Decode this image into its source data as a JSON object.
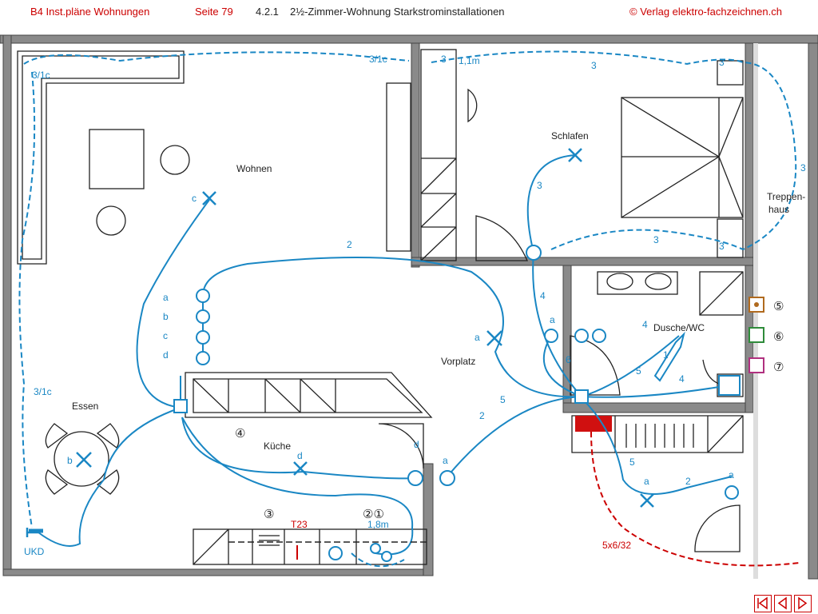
{
  "header": {
    "book": "B4 Inst.pläne Wohnungen",
    "page": "Seite 79",
    "section": "4.2.1",
    "title": "2½-Zimmer-Wohnung   Starkstrominstallationen",
    "copyright": "© Verlag elektro-fachzeichnen.ch"
  },
  "rooms": {
    "wohnen": "Wohnen",
    "schlafen": "Schlafen",
    "treppenhaus_1": "Treppen-",
    "treppenhaus_2": "haus",
    "vorplatz": "Vorplatz",
    "dusche": "Dusche/WC",
    "essen": "Essen",
    "kueche": "Küche"
  },
  "labels": {
    "s_3_1c_top": "3/1c",
    "s_3_1c_left": "3/1c",
    "s_3_1c_mid": "3/1c",
    "s_3_a": "3",
    "s_1_1m": "1,1m",
    "s_3_b": "3",
    "s_3_c": "3",
    "s_3_d": "3",
    "s_3_e": "3",
    "s_3_f": "3",
    "s_3_g": "3",
    "c_wohnen": "c",
    "s_2_top": "2",
    "a_list": "a",
    "b_list": "b",
    "c_list": "c",
    "d_list": "d",
    "s_4_left": "4",
    "a_vorplatz": "a",
    "a_bath": "a",
    "s_6": "6",
    "s_4_bath": "4",
    "s_4_wc": "4",
    "s_5_vorplatz": "5",
    "s_5_bath": "5",
    "s_1_bath": "1",
    "s_2_lower": "2",
    "s_5_lower": "5",
    "a_lower1": "a",
    "s_2_lower2": "2",
    "a_lower2": "a",
    "d_kitchen": "d",
    "d_kitchen2": "d",
    "a_kitchen": "a",
    "b_essen": "b",
    "ukd": "UKD",
    "t23": "T23",
    "h_1_8m": "1,8m",
    "cable_5x6": "5x6/32",
    "num_4": "④",
    "num_3": "③",
    "num_21": "②①",
    "num_5": "⑤",
    "num_6": "⑥",
    "num_7": "⑦"
  },
  "colors": {
    "accent": "#cc0000",
    "circuit": "#1a87c4",
    "wall": "#777777",
    "legend_5": "#b06a1e",
    "legend_6": "#2e8b3a",
    "legend_7": "#b0307f"
  },
  "nav_icons": [
    "first-page-icon",
    "previous-page-icon",
    "next-page-icon"
  ]
}
